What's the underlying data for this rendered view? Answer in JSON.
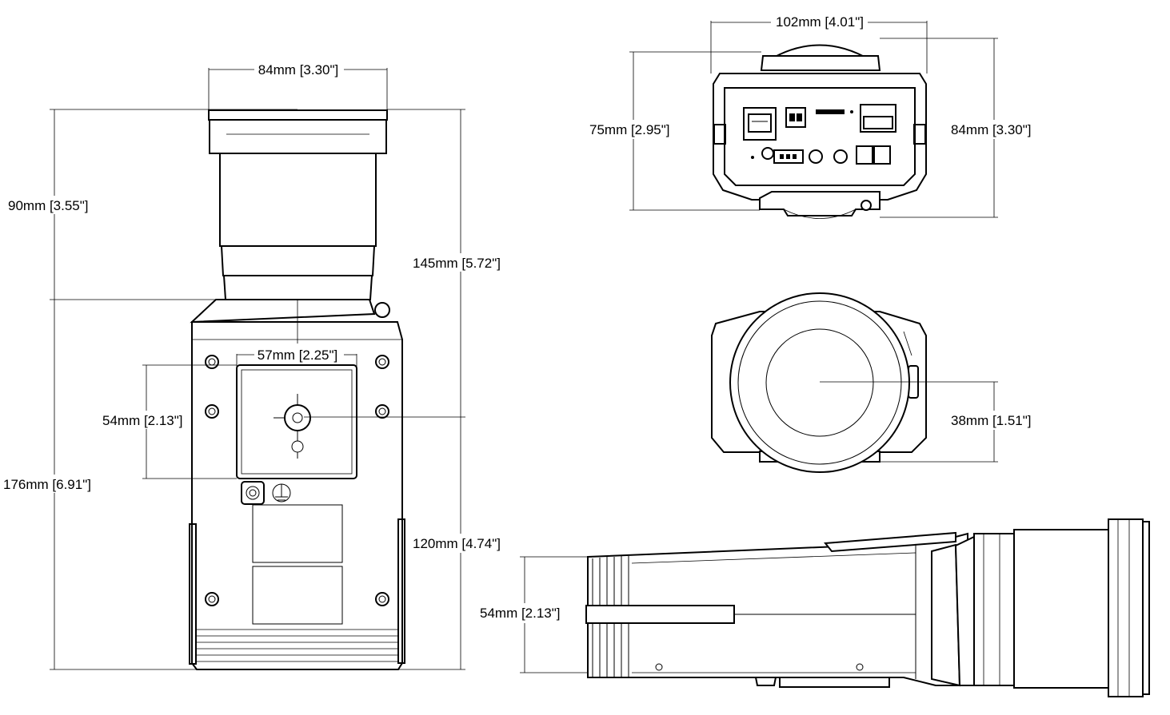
{
  "dimensions": {
    "front_lens_width": "84mm [3.30\"]",
    "lens_length": "90mm [3.55\"]",
    "body_height_with_lens": "145mm [5.72\"]",
    "mount_width": "57mm [2.25\"]",
    "mount_height": "54mm [2.13\"]",
    "total_length": "176mm [6.91\"]",
    "body_length": "120mm [4.74\"]",
    "rear_width": "102mm [4.01\"]",
    "rear_height": "75mm [2.95\"]",
    "rear_height_overall": "84mm [3.30\"]",
    "lens_center_height": "38mm [1.51\"]",
    "side_height": "54mm [2.13\"]"
  }
}
